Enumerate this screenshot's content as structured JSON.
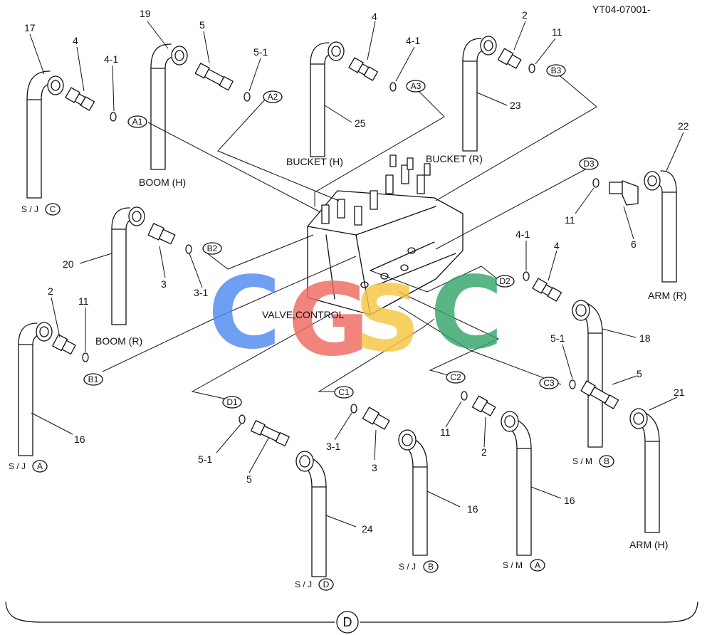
{
  "ref_code": "YT04-07001-",
  "center_label": "VALVE,CONTROL",
  "section_label": "D",
  "watermark": {
    "letters": [
      "C",
      "G",
      "S",
      "C"
    ],
    "colors": [
      "#4f8bf0",
      "#ee6a60",
      "#f6c542",
      "#36a56c"
    ]
  },
  "hose_labels": {
    "boom_h": "BOOM (H)",
    "boom_r": "BOOM (R)",
    "bucket_h": "BUCKET (H)",
    "bucket_r": "BUCKET (R)",
    "arm_r": "ARM (R)",
    "arm_h": "ARM (H)"
  },
  "port_tags": {
    "a1": "A1",
    "a2": "A2",
    "a3": "A3",
    "b1": "B1",
    "b2": "B2",
    "b3": "B3",
    "c1": "C1",
    "c2": "C2",
    "c3": "C3",
    "d1": "D1",
    "d2": "D2",
    "d3": "D3"
  },
  "joints": {
    "sj_c": {
      "prefix": "S / J",
      "tag": "C"
    },
    "sj_a": {
      "prefix": "S / J",
      "tag": "A"
    },
    "sj_d": {
      "prefix": "S / J",
      "tag": "D"
    },
    "sj_b": {
      "prefix": "S / J",
      "tag": "B"
    },
    "sm_a": {
      "prefix": "S / M",
      "tag": "A"
    },
    "sm_b": {
      "prefix": "S / M",
      "tag": "B"
    }
  },
  "callouts": {
    "c17": "17",
    "c4a": "4",
    "c41a": "4-1",
    "c19": "19",
    "c5a": "5",
    "c51a": "5-1",
    "c4b": "4",
    "c41b": "4-1",
    "c25": "25",
    "c2a": "2",
    "c11a": "11",
    "c23": "23",
    "c22": "22",
    "c6": "6",
    "c11b": "11",
    "c20": "20",
    "c3a": "3",
    "c31a": "3-1",
    "c2b": "2",
    "c11c": "11",
    "c16a": "16",
    "c41c": "4-1",
    "c4c": "4",
    "c18": "18",
    "c51b": "5-1",
    "c5b": "5",
    "c21": "21",
    "c51c": "5-1",
    "c5c": "5",
    "c24": "24",
    "c31b": "3-1",
    "c3b": "3",
    "c16b": "16",
    "c11d": "11",
    "c2c": "2",
    "c16c": "16"
  }
}
